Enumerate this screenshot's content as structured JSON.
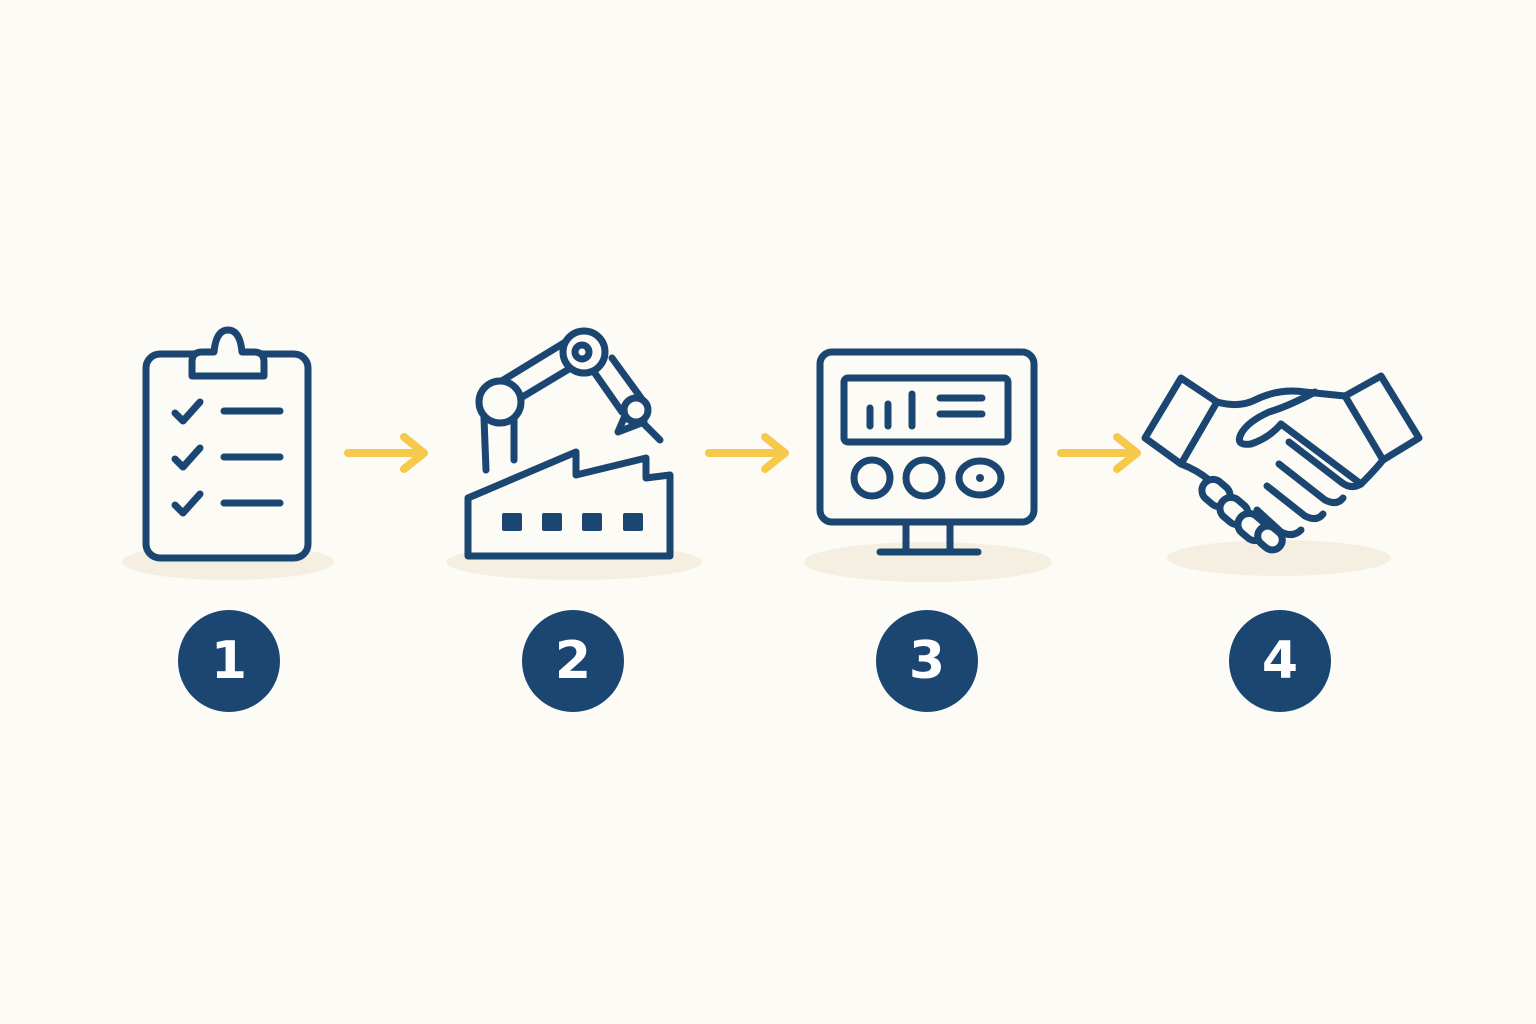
{
  "colors": {
    "background": "#fdfbf6",
    "icon_stroke": "#1b4672",
    "arrow": "#f6c94c",
    "shadow": "#f5efe2",
    "badge_fill": "#1b4672",
    "badge_text": "#ffffff"
  },
  "steps": [
    {
      "number": "1",
      "icon": "clipboard-checklist-icon"
    },
    {
      "number": "2",
      "icon": "factory-robot-arm-icon"
    },
    {
      "number": "3",
      "icon": "control-panel-monitor-icon"
    },
    {
      "number": "4",
      "icon": "handshake-icon"
    }
  ],
  "connectors": [
    {
      "from": "1",
      "to": "2",
      "icon": "arrow-right-icon"
    },
    {
      "from": "2",
      "to": "3",
      "icon": "arrow-right-icon"
    },
    {
      "from": "3",
      "to": "4",
      "icon": "arrow-right-icon"
    }
  ]
}
